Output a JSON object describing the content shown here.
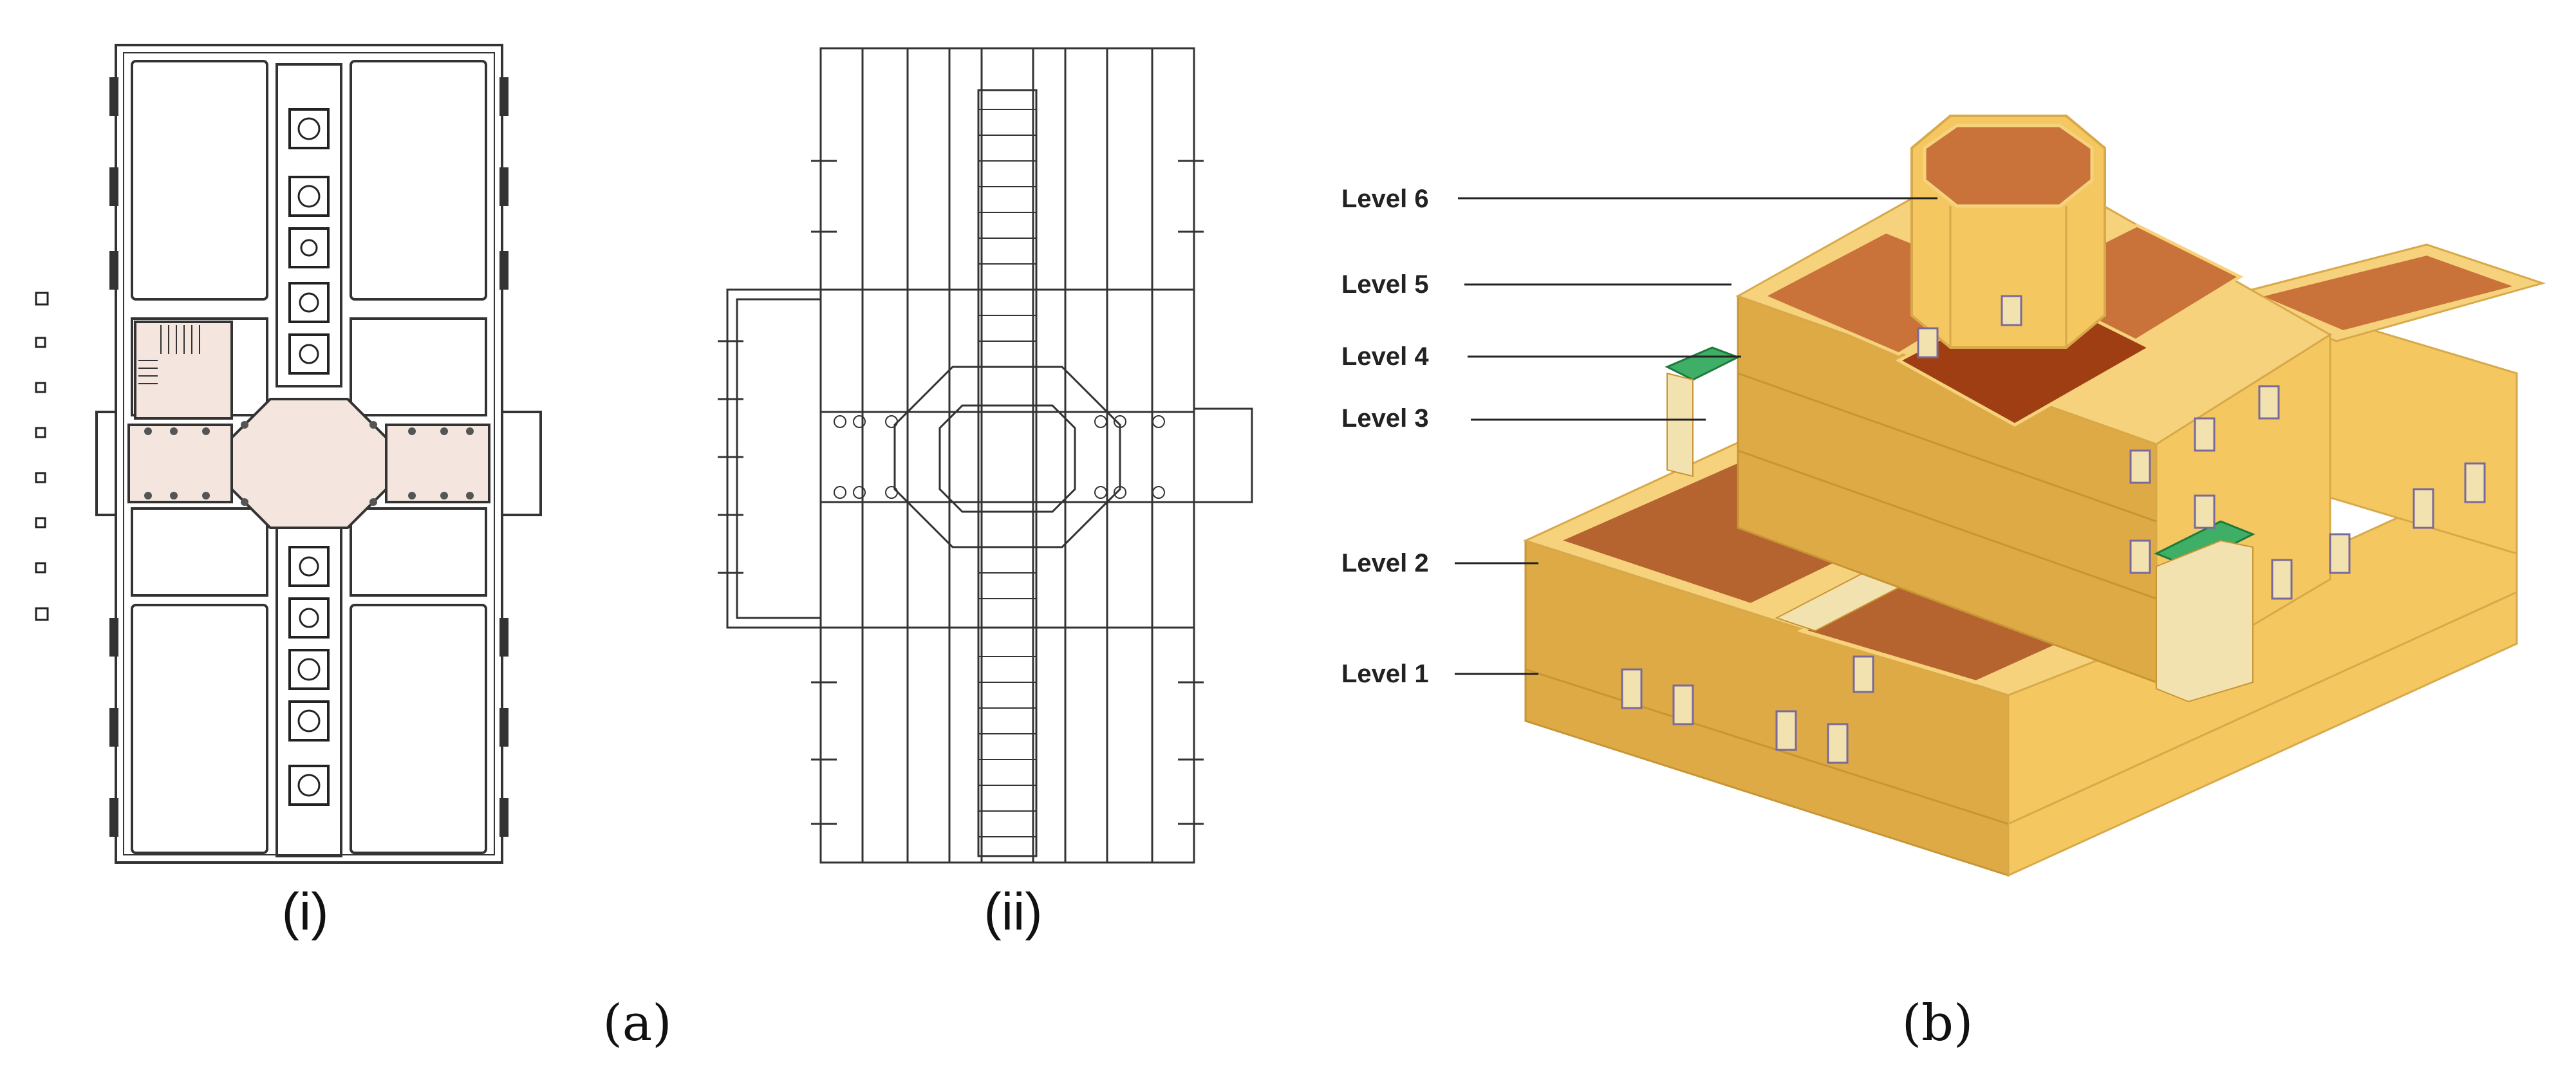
{
  "figure": {
    "panel_a": {
      "label": "(a)",
      "sub_i_label": "(i)",
      "sub_ii_label": "(ii)"
    },
    "panel_b": {
      "label": "(b)",
      "levels": [
        "Level 6",
        "Level 5",
        "Level 4",
        "Level 3",
        "Level 2",
        "Level 1"
      ]
    },
    "colors": {
      "wall_yellow": "#F4C761",
      "wall_yellow_dark": "#D8A94A",
      "roof_edge": "#F7D27C",
      "interior_brown": "#C9733A",
      "interior_dark": "#9E3E12",
      "green_roof": "#3FAE67",
      "cream": "#F2E2B0",
      "line": "#333333"
    }
  }
}
